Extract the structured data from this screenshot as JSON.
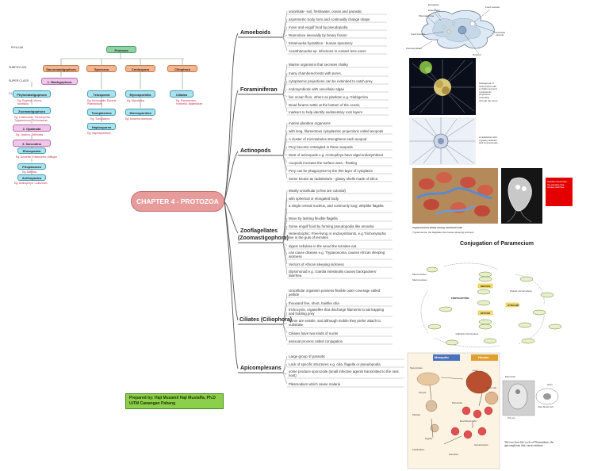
{
  "center_title": "CHAPTER 4 - PROTOZOA",
  "credit": {
    "line1": "Prepared by: Haji Muzamil Haji Mustaffa, Ph.D",
    "line2": "UiTM Cawangan Pahang"
  },
  "hierarchy": {
    "side_labels": [
      "PHYLUM",
      "SUBPHYLUM",
      "SUPER CLASS",
      "CLASS"
    ],
    "phylum": "Protozoa",
    "subphyla": [
      "Sarcomastigophora",
      "Sporozoa",
      "Cnidospora",
      "Ciliophora"
    ],
    "superclass": "1. Mastigophora",
    "mastigophora_classes": [
      {
        "name": "Phytomastigophora",
        "eg": "Eg: Euglena, Volvox, Noctiluca"
      },
      {
        "name": "Zoomastigophora",
        "eg": "Eg: Leishmania, Trichonymha, Trypanosoma, Trichomonas"
      }
    ],
    "opalinata": {
      "name": "2. Opalinata",
      "eg": "Eg: Opalina, Zelleriella"
    },
    "sarcodina": {
      "name": "3. Sarcodina"
    },
    "sarcodina_classes": [
      {
        "name": "Rhizopodea",
        "eg": "Eg: Amoeba, Entamoeba, Difflugia"
      },
      {
        "name": "Piroplasmea",
        "eg": "Eg: Babesia"
      },
      {
        "name": "Actinopodea",
        "eg": "Eg: Actinophrys, Collozoum"
      }
    ],
    "sporozoa_classes": [
      {
        "name": "Telosporea",
        "eg": "Eg: Monocystis, Eimeria, Plasmodium"
      },
      {
        "name": "Toxoplasmea",
        "eg": "Eg: Toxoplasma"
      },
      {
        "name": "Haplosporea",
        "eg": "Eg: Haplosporidium"
      }
    ],
    "cnidospora_classes": [
      {
        "name": "Myxosporidea",
        "eg": "Eg: Myxobolus"
      },
      {
        "name": "Microsporidea",
        "eg": "Eg: Nosema bombycis"
      }
    ],
    "ciliophora_classes": [
      {
        "name": "Ciliatea",
        "eg": "Eg: Paramecium, Vorticella, Balantidium"
      }
    ]
  },
  "branches": [
    {
      "title": "Amoeboids",
      "facts": [
        "unicellular- soil, freshwater, ocean and parasitic",
        "asymmetric body form and continually change shape",
        "move and engulf food by pseudopodia",
        "Reproduce asexually by binary fission",
        "Entamoeba hystolitica - human dysentery",
        "Acanthamoeba sp. infections in contact lens users"
      ]
    },
    {
      "title": "Foraminiferan",
      "facts": [
        "Marine organisms that secretes chalky",
        "many chambered tests with pores,",
        "cytoplasmic projections can be extended to catch prey.",
        "endosymbiotic with unicellular algae",
        "live ocean floor, others as plankton e.g. Globigerina",
        "Dead forams settle at the bottom of the ocean,",
        "markers to help identify sedimentary rock layers"
      ]
    },
    {
      "title": "Actinopods",
      "facts": [
        "marine plankton organisms",
        "with long, filamentous cytoplasmic projections called axopods",
        "A cluster of microtubules strengthens each axopod",
        "Prey become entangled in these axopods",
        "Most of actinopods e.g. Actinophrys have algal endosymbiont",
        "Axopods increase the surface area - floating",
        "Prey can be phagocytize by the thin layer of cytoplasm",
        "Some known as radiolarians - glassy shells made of silica"
      ]
    },
    {
      "title": "Zooflagellates",
      "title2": "(Zoomastigophora)",
      "facts": [
        "Mostly unicellular (a few are colonial)",
        "with spherical or elongated body",
        "a single central nucleus, and commonly long, whiplike flagella",
        "Move by lashing flexible flagella",
        "Some engulf food by forming pseudopodia like amoeba",
        "Heterotrophic: Free-living or endosymbionts, e.g.Trichonympha live in the guts of termites",
        "digest cellulose in the wood the termites eat",
        "can cause disease e.g. Trypanosoma, causes African sleeping sickness",
        "Vectors of African sleeping sickness",
        "Diplomonad e.g. Giardia intestinalis causes backpackers' diarrhea"
      ]
    },
    {
      "title": "Ciliates (Ciliophora)",
      "facts": [
        "Unicellular organism possess flexible outer coverage called pellicle",
        "thousand fine, short, hairlike cilia",
        "trichocysts, organelles that discharge filaments to aid trapping and holding prey",
        "Some are sessile, and although mobile they prefer attach to substrate",
        "Ciliates have two kinds of nuclei",
        "asexual process called conjugation"
      ]
    },
    {
      "title": "Apicomplexans",
      "facts": [
        "Large group of parasitic",
        "Lack of specific structures e.g. cilia, flagella or pseudopodia",
        "some produce sporozoite (small infective agents transmitted to the next host)",
        "Plasmodium which cause malaria"
      ]
    }
  ],
  "figures": {
    "amoeba_labels": [
      "Ectoplasm",
      "Endoplasm",
      "Plasmalemma",
      "Food vacuole",
      "Contractile vacuole",
      "Nucleus",
      "Pseudopodium",
      "Food vacuole"
    ],
    "foram_caption": "Globigerina, a foraminifera with a chalky test and cytoplasmic projections extending through the pores",
    "radiolarian_caption": "A radiolarian with a glassy skeleton and long axopods",
    "trypanosoma_caption": "Trypanosomes (blue) among red blood cells",
    "trypanosoma_subcaption": "Trypanosoma, the flagellate that causes sleeping sickness",
    "giardia_caption": "Giardia intestinalis, the parasite that causes diarrhea",
    "conjugation_title": "Conjugation of Paramecium",
    "conjugation_labels": [
      "Micronucleus",
      "Macronucleus",
      "MEIOSIS",
      "MITOSIS",
      "FERTILIZATION",
      "SYNGAMY",
      "Diploid micronucleus",
      "Haploid micronucleus"
    ],
    "malaria": {
      "mosquito": "Mosquito",
      "human": "Human",
      "labels": [
        "Sporozoites",
        "Oocyst",
        "Meiosis",
        "Zygote",
        "Fertilization",
        "Gametes",
        "Gametocytes",
        "Red blood cells",
        "Merozoite",
        "Liver",
        "Liver cell"
      ],
      "cell_labels": [
        "Merozoite",
        "Apex",
        "Red blood cell",
        "0.5 µm"
      ],
      "caption": "The two-host life cycle of Plasmodium, the apicomplexan that causes malaria."
    }
  }
}
